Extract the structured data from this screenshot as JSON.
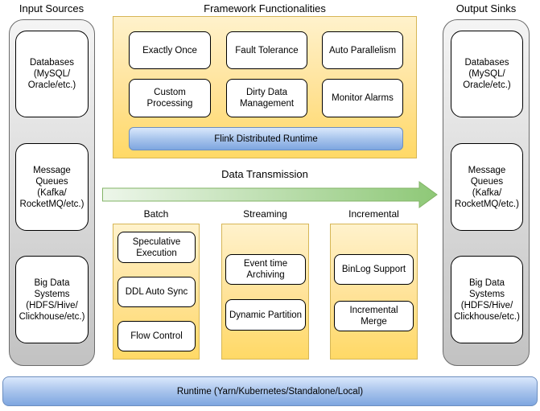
{
  "diagram": {
    "input_sources": {
      "title": "Input Sources",
      "items": [
        "Databases\n(MySQL/\nOracle/etc.)",
        "Message\nQueues\n(Kafka/\nRocketMQ/etc.)",
        "Big Data\nSystems\n(HDFS/Hive/\nClickhouse/etc.)"
      ]
    },
    "framework": {
      "title": "Framework Functionalities",
      "features": [
        "Exactly Once",
        "Fault Tolerance",
        "Auto Parallelism",
        "Custom\nProcessing",
        "Dirty Data\nManagement",
        "Monitor Alarms"
      ],
      "runtime_bar": "Flink Distributed Runtime"
    },
    "data_transmission": {
      "label": "Data Transmission"
    },
    "modes": [
      {
        "title": "Batch",
        "items": [
          "Speculative\nExecution",
          "DDL Auto Sync",
          "Flow Control"
        ]
      },
      {
        "title": "Streaming",
        "items": [
          "Event time\nArchiving",
          "Dynamic Partition"
        ]
      },
      {
        "title": "Incremental",
        "items": [
          "BinLog Support",
          "Incremental\nMerge"
        ]
      }
    ],
    "output_sinks": {
      "title": "Output Sinks",
      "items": [
        "Databases\n(MySQL/\nOracle/etc.)",
        "Message\nQueues\n(Kafka/\nRocketMQ/etc.)",
        "Big Data\nSystems\n(HDFS/Hive/\nClickhouse/etc.)"
      ]
    },
    "runtime_bar": "Runtime (Yarn/Kubernetes/Standalone/Local)",
    "colors": {
      "yellow_fill_top": "#FFF2CC",
      "yellow_fill_bottom": "#FFD966",
      "yellow_border": "#D6B656",
      "blue_fill_top": "#DAE8FC",
      "blue_fill_bottom": "#7EA6E0",
      "blue_border": "#6C8EBF",
      "gray_fill_top": "#F4F4F4",
      "gray_fill_bottom": "#C2C2C2",
      "gray_border": "#6B6B6B",
      "green_arrow_start": "#EDF6EA",
      "green_arrow_end": "#8EC877",
      "green_border": "#82B366"
    }
  }
}
